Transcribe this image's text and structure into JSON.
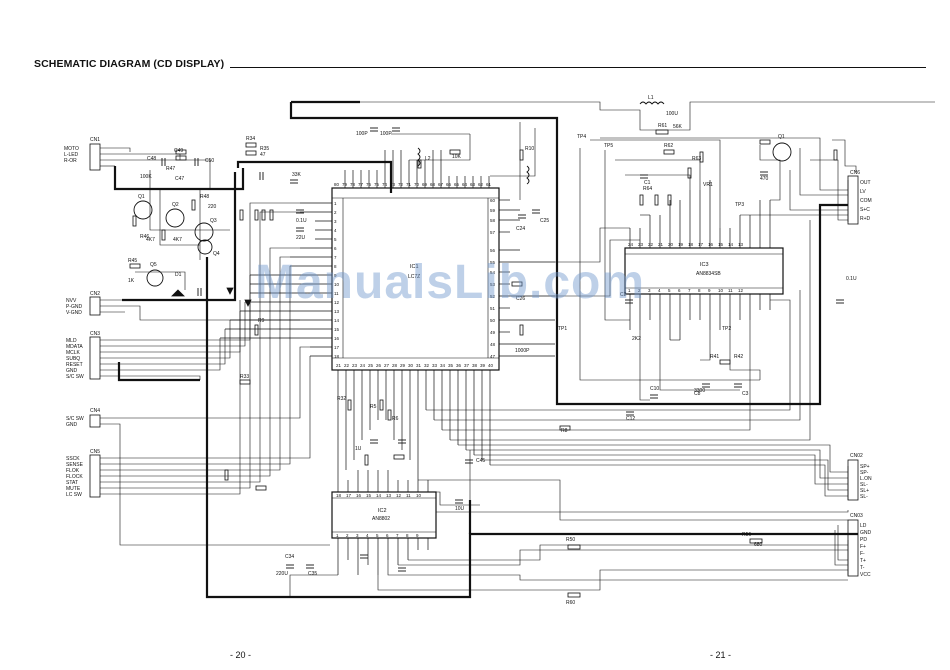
{
  "title": "SCHEMATIC DIAGRAM (CD DISPLAY)",
  "watermark": "ManualsLib.com",
  "page_left": "- 20 -",
  "page_right": "- 21 -",
  "connectors": {
    "cn1": {
      "name": "CN1",
      "pins": [
        "MOTO",
        "L-LED",
        "R-OR"
      ]
    },
    "cn2": {
      "name": "CN2",
      "pins": [
        "NVV",
        "P-GND",
        "V-GND"
      ]
    },
    "cn3": {
      "name": "CN3",
      "pins": [
        "MLD",
        "MDATA",
        "MCLK",
        "SUBQ",
        "RESET",
        "GND",
        "S/C SW"
      ]
    },
    "cn4": {
      "name": "CN4",
      "pins": [
        "S/C SW",
        "GND"
      ]
    },
    "cn5": {
      "name": "CN5",
      "pins": [
        "SSCK",
        "SENSE",
        "FLOK",
        "FLOCK",
        "STAT",
        "MUTE",
        "LC SW"
      ]
    },
    "cn6": {
      "name": "CN6",
      "pins": [
        "OUT",
        "LV",
        "COM",
        "S+C",
        "R+D"
      ]
    },
    "cn7": {
      "name": "CN02",
      "pins": [
        "SP+",
        "SP-",
        "L.ON",
        "SL-",
        "SL+",
        "SL-"
      ]
    },
    "cn8": {
      "name": "CN03",
      "pins": [
        "LD",
        "GND",
        "PD",
        "F+",
        "F-",
        "T+",
        "T-",
        "VCC"
      ]
    }
  },
  "ics": {
    "ic1": {
      "name": "IC1",
      "part": "LC7Z"
    },
    "ic2": {
      "name": "IC2",
      "part": "AN8802"
    },
    "ic3": {
      "name": "IC3",
      "part": "AN8834SB"
    }
  },
  "parts": {
    "q1": "Q1",
    "q2": "Q2",
    "q3": "Q3",
    "q4": "Q4",
    "q5": "Q5",
    "d1": "D1",
    "r45": "R45",
    "r46": "R46",
    "r47": "R47",
    "r48": "R48",
    "c47": "C47",
    "c48": "C48",
    "c49": "C49",
    "c50": "C50",
    "l1": "L1",
    "l2": "L2",
    "r34": "R34",
    "r35": "R35",
    "r61": "R61",
    "r62": "R62",
    "r63": "R63",
    "r64": "R64",
    "r10": "R10",
    "c24": "C24",
    "c25": "C25",
    "c45": "C45",
    "c1": "C1",
    "c2": "C2",
    "c3": "C3",
    "c8": "C8",
    "c10": "C10",
    "c12": "C12",
    "c26": "C26",
    "c34": "C34",
    "c35": "C35",
    "r5": "R5",
    "r6": "R6",
    "r41": "R41",
    "r42": "R42",
    "r8": "R8",
    "r32": "R32",
    "r50": "R50",
    "r60": "R60",
    "r56": "R56",
    "r9": "R9",
    "r33": "R33",
    "vr1": "VR1",
    "tp1": "TP1",
    "tp2": "TP2",
    "tp3": "TP3",
    "tp4": "TP4",
    "tp5": "TP5"
  },
  "values": {
    "v100k": "100K",
    "v47k": "4K7",
    "v1k": "1K",
    "v10k": "10K",
    "v220": "220",
    "v47": "47",
    "v33k": "33K",
    "v22u": "22U",
    "v01u": "0.1U",
    "v100u": "100U",
    "v470": "470",
    "v100p": "100P",
    "v1000p": "1000P",
    "v2k2": "2K2",
    "v3300": "3300",
    "v220u": "220U",
    "v56k": "56K",
    "v10u": "10U",
    "v1u": "1U",
    "v680": "680"
  }
}
